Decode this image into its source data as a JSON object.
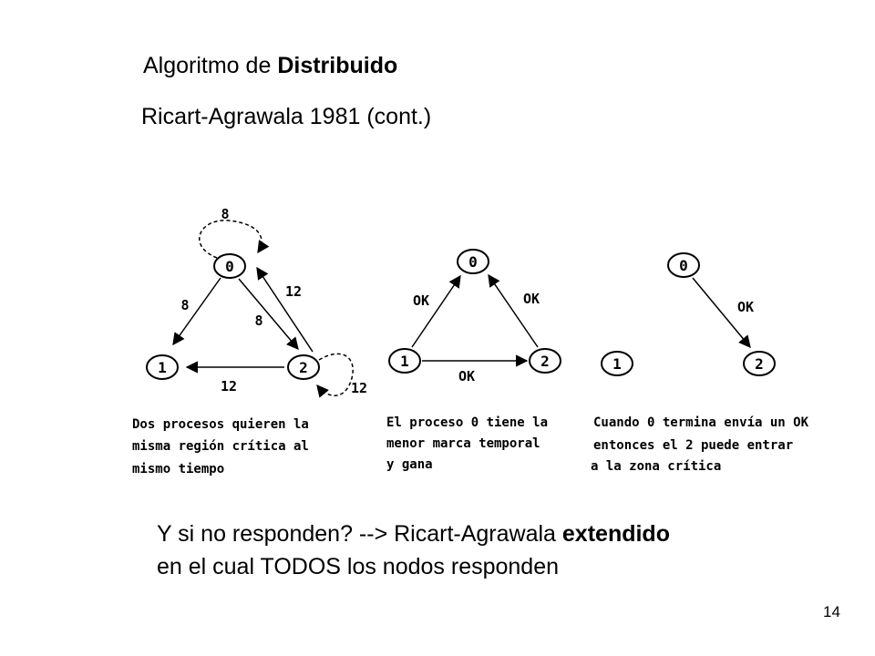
{
  "title": {
    "line1_prefix": "Algoritmo de",
    "line1_bold": "Distribuido",
    "line2": "Ricart-Agrawala 1981 (cont.)"
  },
  "panels": [
    {
      "nodes": [
        "0",
        "1",
        "2"
      ],
      "edge_labels": {
        "self0": "8",
        "e01": "8",
        "e02": "8",
        "e20": "12",
        "e21": "12",
        "self2": "12"
      },
      "caption": [
        "Dos procesos quieren la",
        "misma región crítica al",
        "mismo tiempo"
      ]
    },
    {
      "nodes": [
        "0",
        "1",
        "2"
      ],
      "edge_labels": {
        "e10": "OK",
        "e20": "OK",
        "e12": "OK"
      },
      "caption": [
        "El proceso 0 tiene la",
        "menor marca temporal",
        "y gana"
      ]
    },
    {
      "nodes": [
        "0",
        "1",
        "2"
      ],
      "edge_labels": {
        "e02": "OK"
      },
      "caption": [
        "Cuando 0 termina envía un OK",
        "entonces el 2 puede entrar",
        "a la zona crítica"
      ]
    }
  ],
  "footer": {
    "line1_prefix": "Y si no responden? --> Ricart-Agrawala",
    "line1_bold": "extendido",
    "line2": "en el cual TODOS los nodos responden"
  },
  "page_number": "14"
}
